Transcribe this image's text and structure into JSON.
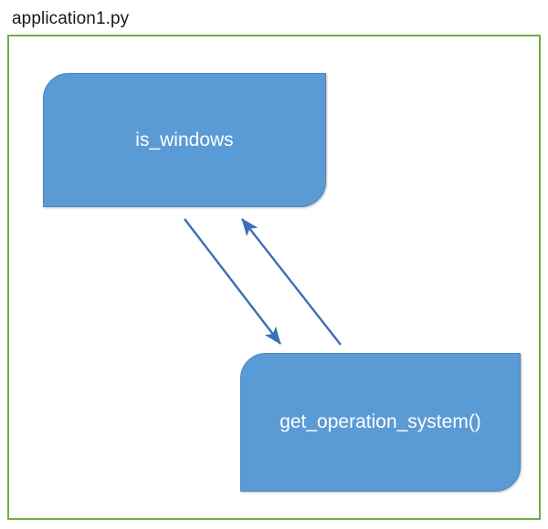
{
  "diagram": {
    "type": "call-graph",
    "title": "application1.py",
    "module": {
      "name": "application1.py",
      "border_color": "#70AD47",
      "background_color": "#ffffff"
    },
    "node_fill_color": "#5B9BD5",
    "node_text_color": "#FFFFFF",
    "arrow_color": "#3B6FB6",
    "nodes": [
      {
        "id": "is_windows",
        "label": "is_windows",
        "shape": "round-diagonal-corner-rectangle"
      },
      {
        "id": "get_operation_system",
        "label": "get_operation_system()",
        "shape": "round-diagonal-corner-rectangle"
      }
    ],
    "edges": [
      {
        "id": "edge-down",
        "from": "is_windows",
        "to": "get_operation_system",
        "direction": "down-right",
        "arrowhead": "end"
      },
      {
        "id": "edge-up",
        "from": "get_operation_system",
        "to": "is_windows",
        "direction": "up-left",
        "arrowhead": "end"
      }
    ]
  }
}
